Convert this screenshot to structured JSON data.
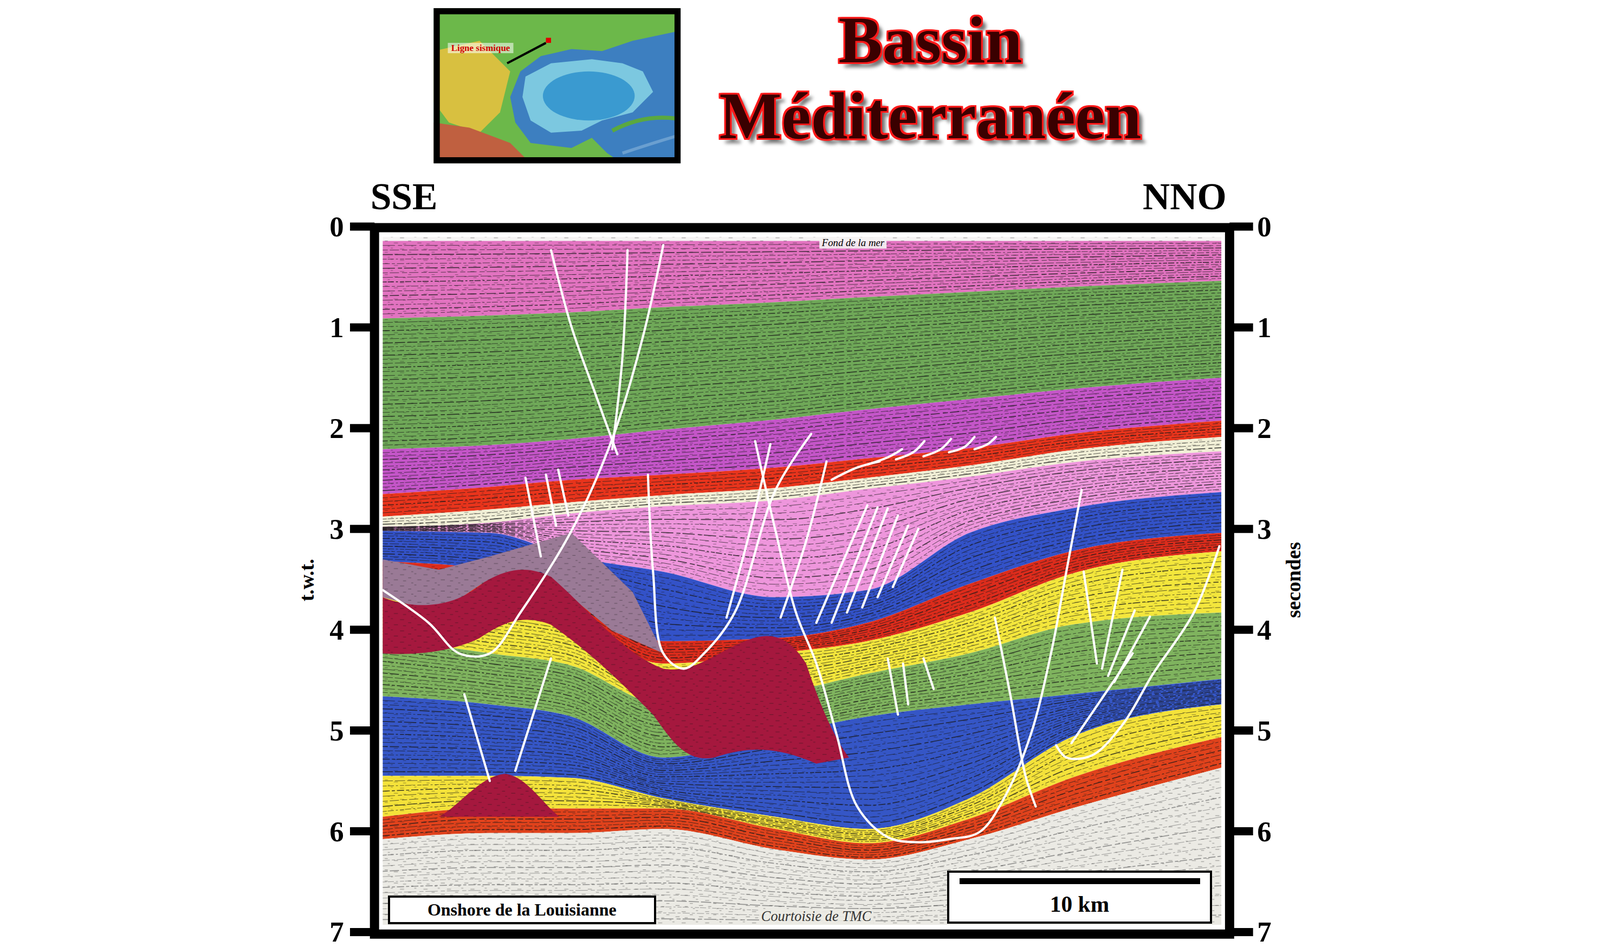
{
  "diagram": {
    "title": "Bassin Méditerranéen",
    "nodes": [
      {
        "text": [
          "Onshore de la Louisianne"
        ]
      },
      {
        "text": [
          "10 km"
        ]
      }
    ],
    "labels": [
      "Ligne sismique",
      "SSE",
      "NNO",
      "0",
      "1",
      "2",
      "3",
      "4",
      "5",
      "6",
      "7",
      "0",
      "1",
      "2",
      "3",
      "4",
      "5",
      "6",
      "7",
      "t.w.t.",
      "secondes",
      "Fond de la mer",
      "Courtoisie de TMC"
    ]
  }
}
